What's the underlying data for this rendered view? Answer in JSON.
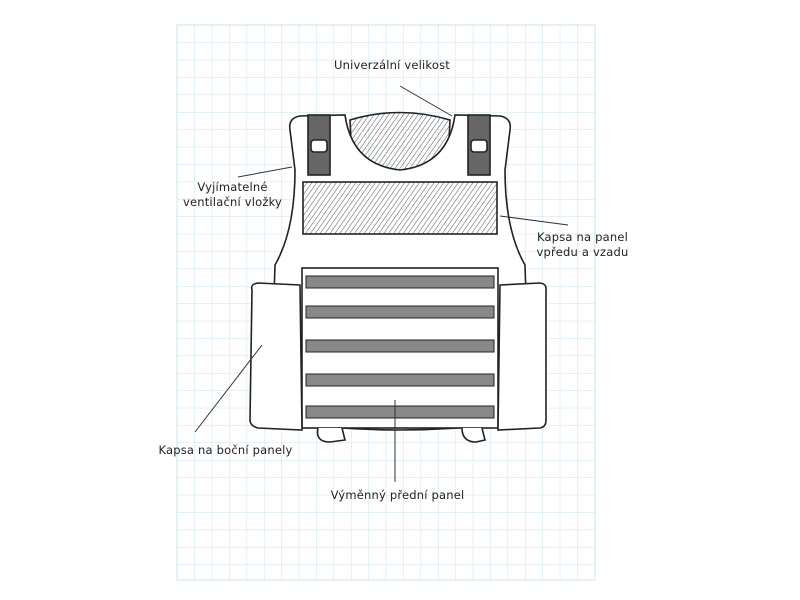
{
  "diagram": {
    "subject": "vest",
    "labels": {
      "size": "Univerzální velikost",
      "vent_line1": "Vyjímatelné",
      "vent_line2": "ventilační vložky",
      "pocket_line1": "Kapsa na panel",
      "pocket_line2": "vpředu a vzadu",
      "side": "Kapsa na boční panely",
      "front": "Výměnný přední panel"
    },
    "colors": {
      "grid": "#c9e4ef",
      "ink": "#222222",
      "paper": "#ffffff"
    }
  }
}
